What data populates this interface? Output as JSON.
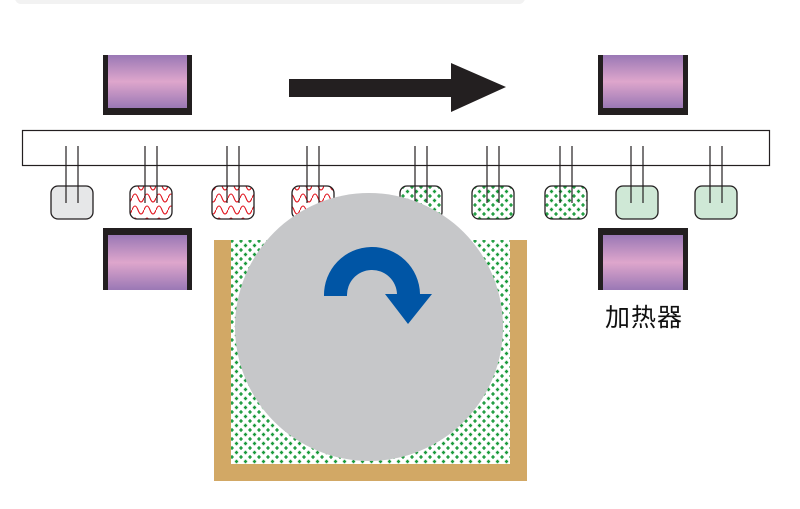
{
  "labels": {
    "heater": "加热器"
  },
  "colors": {
    "heater_frame": "#231f20",
    "heater_light": "#d9a3cb",
    "heater_dark": "#9a78b5",
    "arrow": "#231f20",
    "crucible": "#d2a865",
    "dots": "#1a9a3c",
    "disc": "#c6c7c9",
    "rotation_arrow": "#0055a5",
    "wave": "#e0141e",
    "light_green": "#cfe8d6",
    "light_gray": "#e6e7e8"
  },
  "pads": [
    "plain-gray",
    "wave",
    "wave",
    "wave",
    "dotted",
    "dotted",
    "dotted",
    "light-green",
    "light-green"
  ]
}
